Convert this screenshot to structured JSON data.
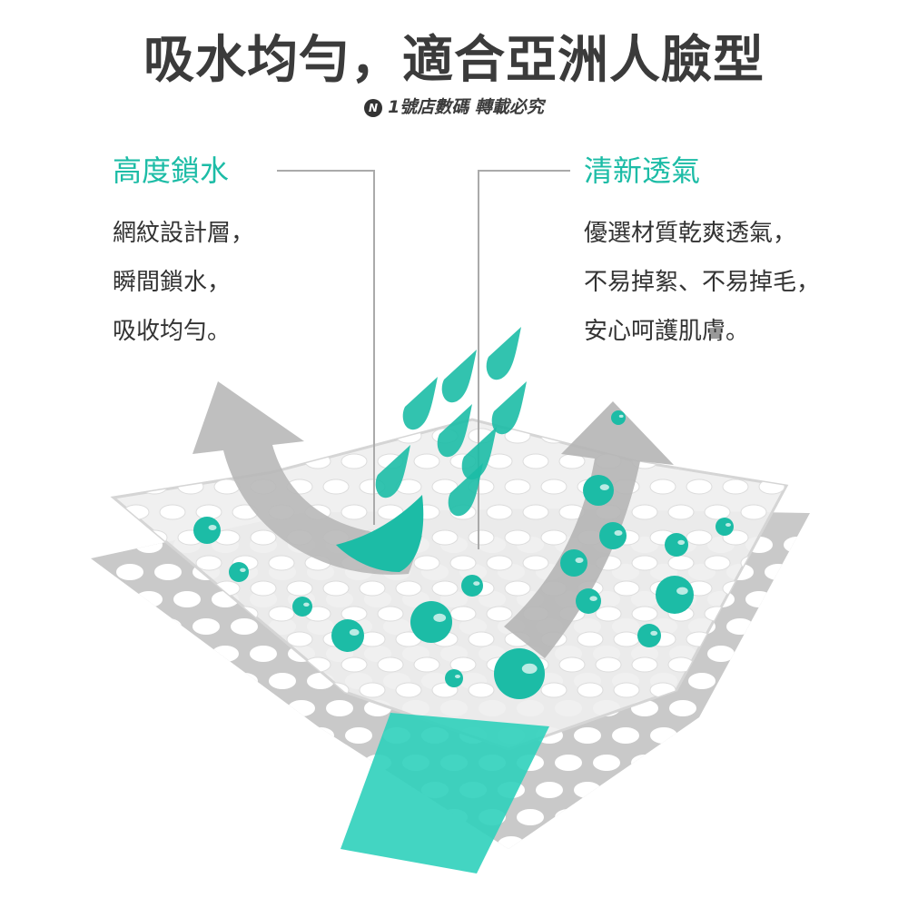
{
  "title": "吸水均勻，適合亞洲人臉型",
  "watermark": "1號店數碼 轉載必究",
  "left": {
    "heading": "高度鎖水",
    "lines": [
      "網紋設計層，",
      "瞬間鎖水，",
      "吸收均勻。"
    ]
  },
  "right": {
    "heading": "清新透氣",
    "lines": [
      "優選材質乾爽透氣，",
      "不易掉絮、不易掉毛，",
      "安心呵護肌膚。"
    ]
  },
  "colors": {
    "accent": "#1cbca6",
    "text": "#333333",
    "sheet": "#c8c8c8"
  }
}
